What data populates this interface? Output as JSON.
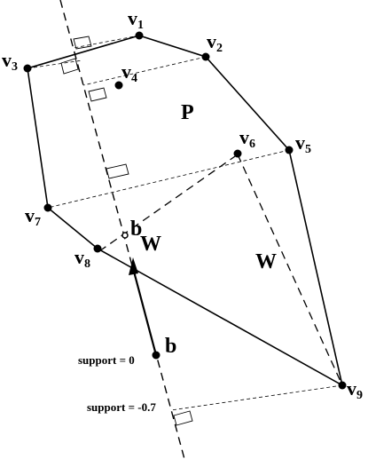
{
  "vertices": [
    {
      "id": "v1",
      "letter": "v",
      "sub": "1"
    },
    {
      "id": "v2",
      "letter": "v",
      "sub": "2"
    },
    {
      "id": "v3",
      "letter": "v",
      "sub": "3"
    },
    {
      "id": "v4",
      "letter": "v",
      "sub": "4"
    },
    {
      "id": "v5",
      "letter": "v",
      "sub": "5"
    },
    {
      "id": "v6",
      "letter": "v",
      "sub": "6"
    },
    {
      "id": "v7",
      "letter": "v",
      "sub": "7"
    },
    {
      "id": "v8",
      "letter": "v",
      "sub": "8"
    },
    {
      "id": "v9",
      "letter": "v",
      "sub": "9"
    }
  ],
  "labels": {
    "polygon": "P",
    "region_w_small": "W",
    "region_w_large": "W",
    "point_b_upper": "b",
    "point_b_lower": "b",
    "support_zero": "support = 0",
    "support_neg": "support = -0.7"
  }
}
